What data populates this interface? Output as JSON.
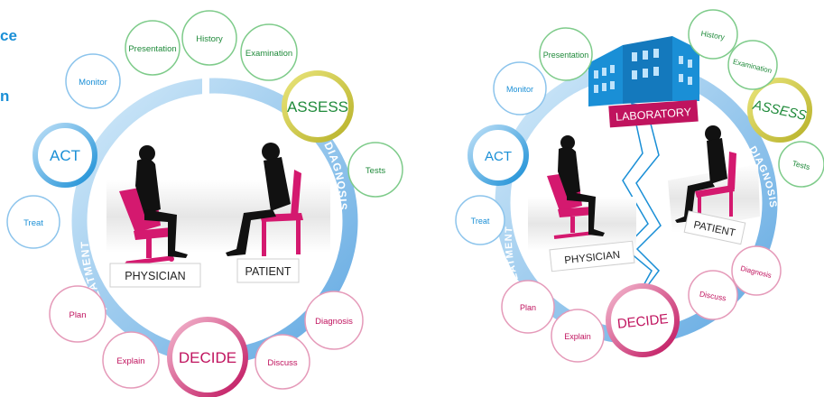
{
  "left_diagram": {
    "stages": {
      "assess": "ASSESS",
      "act": "ACT",
      "decide": "DECIDE"
    },
    "arcs": {
      "diagnosis": "DIAGNOSIS",
      "treatment": "TREATMENT"
    },
    "people": {
      "physician": "PHYSICIAN",
      "patient": "PATIENT"
    },
    "bubbles": {
      "presentation": "Presentation",
      "history": "History",
      "examination": "Examination",
      "monitor": "Monitor",
      "tests": "Tests",
      "treat": "Treat",
      "plan": "Plan",
      "explain": "Explain",
      "discuss": "Discuss",
      "diagnosis": "Diagnosis"
    }
  },
  "right_diagram": {
    "stages": {
      "assess": "ASSESS",
      "act": "ACT",
      "decide": "DECIDE"
    },
    "arcs": {
      "diagnosis": "DIAGNOSIS",
      "treatment": "TREATMENT"
    },
    "people": {
      "physician": "PHYSICIAN",
      "patient": "PATIENT"
    },
    "building": "LABORATORY",
    "bubbles": {
      "presentation": "Presentation",
      "history": "History",
      "examination": "Examination",
      "monitor": "Monitor",
      "tests": "Tests",
      "treat": "Treat",
      "plan": "Plan",
      "explain": "Explain",
      "discuss": "Discuss",
      "diagnosis": "Diagnosis"
    }
  },
  "colors": {
    "blue": "#1a8fd6",
    "green": "#1f8a3a",
    "magenta": "#c0135e",
    "gold": "#c9c23a",
    "ring": "#8cc4ec",
    "pink_chair": "#d4196f"
  },
  "left_edge_fragments": [
    "ce",
    "n"
  ]
}
